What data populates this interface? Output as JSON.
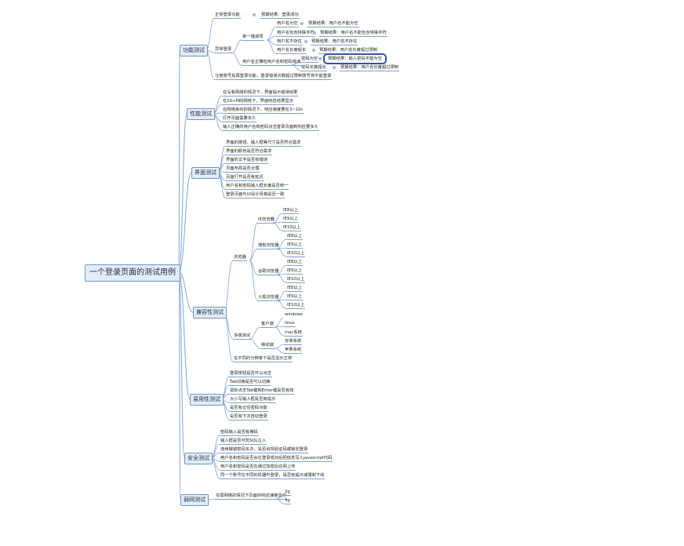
{
  "root": "一个登录页面的测试用例",
  "categories": [
    {
      "label": "功能测试"
    },
    {
      "label": "性能测试"
    },
    {
      "label": "界面测试"
    },
    {
      "label": "兼容性测试"
    },
    {
      "label": "易用性测试"
    },
    {
      "label": "安全测试"
    },
    {
      "label": "弱网测试"
    }
  ],
  "functional": {
    "normal_login": "正常登录功能",
    "normal_result": "预期结果：登录成功",
    "abnormal_login": "异常登录",
    "single_error": "单一错误项",
    "single_items": [
      {
        "label": "用户名为空",
        "result": "预期结果：用户名不能为空"
      },
      {
        "label": "用户名包含特殊字符",
        "result": "预期结果：用户名不能包含特殊字符"
      },
      {
        "label": "用户名不存在",
        "result": "预期结果：用户名不存在"
      },
      {
        "label": "用户名长度超长",
        "result": "预期结果：用户名长度超过限制"
      }
    ],
    "correct_user": "用户名正确但用户名和密码错误",
    "pwd_items": [
      {
        "label": "密码为空",
        "result": "预期结果：输入密码不能为空"
      },
      {
        "label": "密码长度超长",
        "result": "预期结果：用户名长度超过限制"
      }
    ],
    "limit": "注册账号后再登录功能，登录错误次数超过限制账号将不能登录"
  },
  "performance": [
    "在没有网络的情况下，界面提示错误结果",
    "在10+M的网络下，界面响应结果显示",
    "在网络良好的情况下，响应速度要在3~10s",
    "打开页面需要多久",
    "输入正确的用户名和密码点击登录页面到响应要多久"
  ],
  "ui": [
    "界面的按钮、输入框等尺寸是否符合需求",
    "界面的颜色是否符合需求",
    "界面的文字是否有错误",
    "页面布局是否合理",
    "页面打开是否有延迟",
    "用户名和密码输入框长度是否统一",
    "登录页面与UI设计风格是否一致"
  ],
  "compat": {
    "browser": "浏览器",
    "ie": "IE浏览器",
    "ie_items": [
      "IE8以上",
      "IE9以上",
      "IE10以上"
    ],
    "sogou": "搜狗浏览器",
    "sogou_items": [
      "IE8以上",
      "IE9以上",
      "IE10以上"
    ],
    "chrome": "谷歌浏览器",
    "chrome_items": [
      "IE8以上",
      "IE9以上",
      "IE10以上"
    ],
    "firefox": "火狐浏览器",
    "firefox_items": [
      "IE8以上",
      "IE9以上",
      "IE10以上"
    ],
    "multi": "多端测试",
    "client": "客户端",
    "client_items": [
      "windows",
      "linux",
      "mac系统"
    ],
    "mobile": "移动端",
    "mobile_items": [
      "安卓系统",
      "苹果系统"
    ],
    "resolution": "在不同的分辨率下是否显示正常"
  },
  "usability": [
    "登录按钮是否可以点击",
    "Tab切换是否可以切换",
    "鼠标点击Tab键和Enter键是否有效",
    "大小写输入框是否有提示",
    "是否有记住密码功能",
    "是否有下次自动登录"
  ],
  "security": [
    "密码输入是否有掩码",
    "输入框是否可防SQL注入",
    "连续输错密码多次，是否出现验证码或锁定登录",
    "用户名和密码是否会在登录成功后把信息写入javascript代码",
    "用户名和密码是否在通过加密后在网上传",
    "同一个账号在不同的机器中登录，是否有提示或强制下线"
  ],
  "weaknet": {
    "main": "在弱网络的情况下页面的响应速度显示",
    "items": [
      "2g",
      "3g"
    ]
  }
}
